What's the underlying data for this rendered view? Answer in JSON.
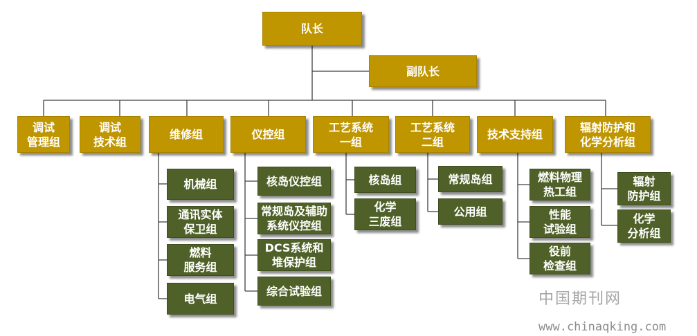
{
  "captain": "队长",
  "vice_captain": "副队长",
  "groups": [
    "调试\n管理组",
    "调试\n技术组",
    "维修组",
    "仪控组",
    "工艺系统\n一组",
    "工艺系统\n二组",
    "技术支持组",
    "辐射防护和\n化学分析组"
  ],
  "maintenance_sub": [
    "机械组",
    "通讯实体\n保卫组",
    "燃料\n服务组",
    "电气组"
  ],
  "ic_sub": [
    "核岛仪控组",
    "常规岛及辅助\n系统仪控组",
    "DCS系统和\n堆保护组",
    "综合试验组"
  ],
  "process1_sub": [
    "核岛组",
    "化学\n三废组"
  ],
  "process2_sub": [
    "常规岛组",
    "公用组"
  ],
  "tech_support_sub": [
    "燃料物理\n热工组",
    "性能\n试验组",
    "役前\n检查组"
  ],
  "radiation_sub": [
    "辐射\n防护组",
    "化学\n分析组"
  ],
  "watermark": {
    "cn": "中国期刊网",
    "url": "www.chinaqking.com"
  },
  "colors": {
    "gold": "#c09600",
    "green": "#4f6128",
    "line": "#404040"
  }
}
